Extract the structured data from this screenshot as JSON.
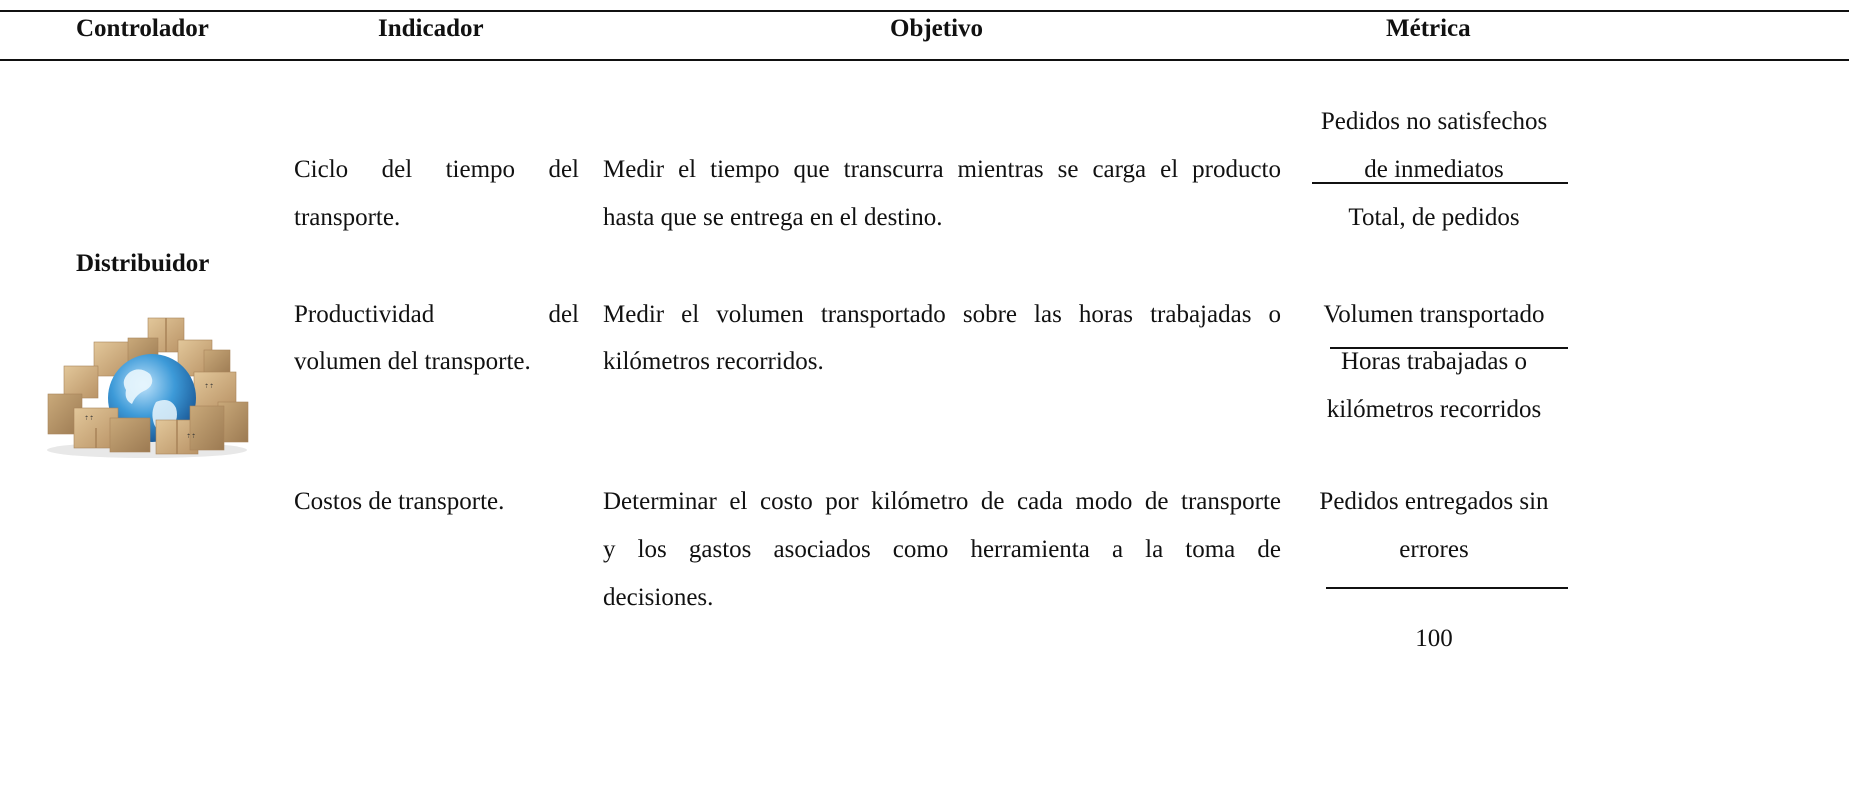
{
  "table": {
    "headers": {
      "controller": "Controlador",
      "indicator": "Indicador",
      "objective": "Objetivo",
      "metric": "Métrica"
    },
    "controller": {
      "label": "Distribuidor",
      "image_icon": "boxes-globe-icon"
    },
    "rows": [
      {
        "indicator_line1": "Ciclo del tiempo del",
        "indicator_line2": "transporte.",
        "objective_line1": "Medir el tiempo que transcurra mientras se carga el producto",
        "objective_line2": "hasta que se entrega en el destino.",
        "metric_numerator_line1": "Pedidos no satisfechos",
        "metric_numerator_line2": "de inmediatos",
        "metric_denominator": "Total, de pedidos"
      },
      {
        "indicator_line1": "Productividad del",
        "indicator_line2": "volumen del transporte.",
        "objective_line1": "Medir el volumen transportado sobre las horas trabajadas o",
        "objective_line2": "kilómetros recorridos.",
        "metric_numerator": "Volumen transportado",
        "metric_denominator_line1": "Horas trabajadas o",
        "metric_denominator_line2": "kilómetros recorridos"
      },
      {
        "indicator": "Costos de transporte.",
        "objective_line1": "Determinar el costo por kilómetro de cada modo de transporte",
        "objective_line2": "y los gastos asociados como herramienta a la toma de",
        "objective_line3": "decisiones.",
        "metric_numerator_line1": "Pedidos entregados sin",
        "metric_numerator_line2": "errores",
        "metric_denominator": "100"
      }
    ]
  }
}
